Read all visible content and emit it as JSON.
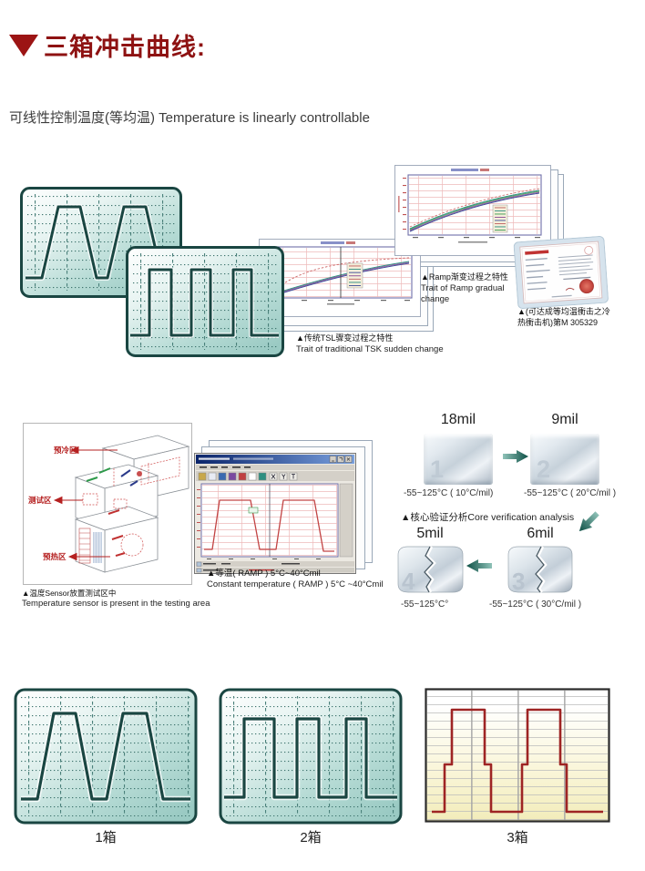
{
  "header": {
    "title": "三箱冲击曲线:"
  },
  "intro": {
    "text": "可线性控制温度(等均温) Temperature is linearly controllable"
  },
  "curves_section": {
    "tsk": {
      "caption_zh": "▲传统TSL骤变过程之特性",
      "caption_en": "Trait of traditional TSK sudden change"
    },
    "ramp": {
      "caption_zh": "▲Ramp渐变过程之特性",
      "caption_en": "Trait of Ramp gradual change"
    },
    "certificate": {
      "caption_line1": "▲(可达成等均温衝击之冷",
      "caption_line2": "热衝击机)第M 305329"
    }
  },
  "chamber_section": {
    "zones": {
      "precool": "预冷区",
      "test": "测试区",
      "preheat": "预热区"
    },
    "sensor_caption_zh": "▲温度Sensor放置测试区中",
    "sensor_caption_en": "Temperature sensor is present in the testing area",
    "ramp_caption_zh": "▲等温( RAMP ) 5°C~40°Cmil",
    "ramp_caption_en": "Constant temperature ( RAMP ) 5°C ~40°Cmil"
  },
  "verification_section": {
    "heading": "▲核心验证分析Core verification analysis",
    "blocks": [
      {
        "num": "1",
        "thickness": "18mil",
        "temp": "-55~125°C ( 10°C/mil)",
        "cracked": false
      },
      {
        "num": "2",
        "thickness": "9mil",
        "temp": "-55~125°C ( 20°C/mil )",
        "cracked": false
      },
      {
        "num": "3",
        "thickness": "6mil",
        "temp": "-55~125°C ( 30°C/mil )",
        "cracked": true
      },
      {
        "num": "4",
        "thickness": "5mil",
        "temp": "-55~125°C°",
        "cracked": true
      }
    ]
  },
  "boxes_section": {
    "charts": [
      {
        "label": "1箱",
        "wave": "trapezoid-ramp"
      },
      {
        "label": "2箱",
        "wave": "square"
      },
      {
        "label": "3箱",
        "wave": "stepped-square"
      }
    ]
  },
  "colors": {
    "accent": "#8e1212",
    "monitor_teal": "#1a4642",
    "curve_red": "#c24444",
    "arrow_teal": "#0d4f45"
  }
}
